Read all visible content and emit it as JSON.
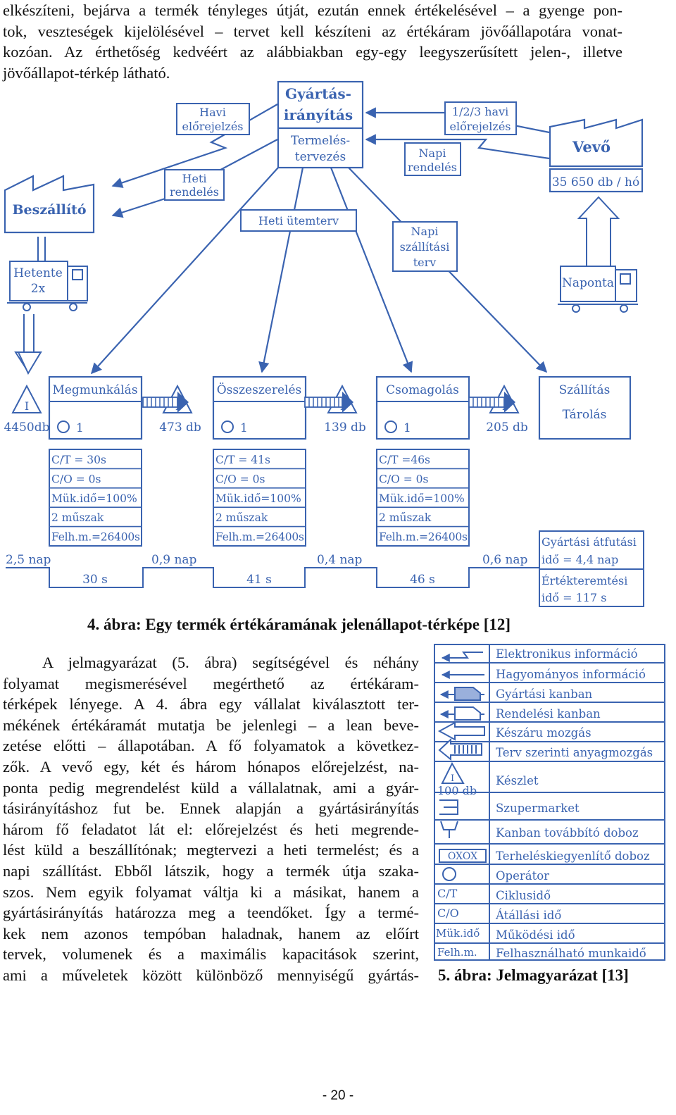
{
  "intro": {
    "lines": [
      "elkészíteni, bejárva a termék tényleges útját, ezután ennek értékelésével – a gyenge pon-",
      "tok, veszteségek kijelölésével – tervet kell készíteni az értékáram jövőállapotára vonat-",
      "kozóan. Az érthetőség kedvéért az alábbiakban egy-egy leegyszerűsített jelen-, illetve",
      "jövőállapot-térkép látható."
    ]
  },
  "vsm": {
    "control": {
      "line1": "Gyártás-",
      "line2": "irányítás",
      "sub1": "Termelés-",
      "sub2": "tervezés"
    },
    "monthly_forecast": {
      "line1": "Havi",
      "line2": "előrejelzés"
    },
    "weekly_order": {
      "line1": "Heti",
      "line2": "rendelés"
    },
    "customer_forecast": {
      "line1": "1/2/3 havi",
      "line2": "előrejelzés"
    },
    "daily_order": {
      "line1": "Napi",
      "line2": "rendelés"
    },
    "weekly_schedule": "Heti ütemterv",
    "daily_ship_plan": {
      "line1": "Napi",
      "line2": "szállítási",
      "line3": "terv"
    },
    "supplier": "Beszállító",
    "customer": "Vevő",
    "demand": "35 650 db / hó",
    "supplier_truck": {
      "line1": "Hetente",
      "line2": "2x"
    },
    "customer_truck": "Naponta",
    "processes": [
      {
        "name": "Megmunkálás",
        "operators": "1",
        "ct": "C/T = 30s",
        "co": "C/O = 0s",
        "uptime": "Mük.idő=100%",
        "shifts": "2 műszak",
        "avail": "Felh.m.=26400s",
        "time": "30 s"
      },
      {
        "name": "Összeszerelés",
        "operators": "1",
        "ct": "C/T = 41s",
        "co": "C/O = 0s",
        "uptime": "Mük.idő=100%",
        "shifts": "2 műszak",
        "avail": "Felh.m.=26400s",
        "time": "41 s"
      },
      {
        "name": "Csomagolás",
        "operators": "1",
        "ct": "C/T =46s",
        "co": "C/O = 0s",
        "uptime": "Mük.idő=100%",
        "shifts": "2 műszak",
        "avail": "Felh.m.=26400s",
        "time": "46 s"
      }
    ],
    "shipping": {
      "line1": "Szállítás",
      "line2": "Tárolás"
    },
    "inventories": [
      "4450db",
      "473 db",
      "139 db",
      "205 db"
    ],
    "inventory_symbol": "I",
    "timeline_days": [
      "2,5 nap",
      "0,9 nap",
      "0,4 nap",
      "0,6 nap"
    ],
    "lead_time": {
      "l1": "Gyártási átfutási",
      "l2": "idő = 4,4 nap",
      "l3": "Értékteremtési",
      "l4": "idő = 117 s"
    }
  },
  "caption4": "4. ábra: Egy termék értékáramának jelenállapot-térképe [12]",
  "body": {
    "lines": [
      "A jelmagyarázat (5. ábra) segítségével és néhány",
      "folyamat megismerésével megérthető az értékáram-",
      "térképek lényege. A 4. ábra egy vállalat kiválasztott ter-",
      "mékének értékáramát mutatja be jelenlegi – a lean beve-",
      "zetése előtti – állapotában. A fő folyamatok a következ-",
      "zők. A vevő egy, két és három hónapos előrejelzést, na-",
      "ponta pedig megrendelést küld a vállalatnak, ami a gyár-",
      "tásirányításhoz fut be. Ennek alapján a gyártásirányítás",
      "három fő feladatot lát el: előrejelzést és heti megrende-",
      "lést küld a beszállítónak; megtervezi a heti termelést; és a",
      "napi szállítást. Ebből látszik, hogy a termék útja szaka-",
      "szos. Nem egyik folyamat váltja ki a másikat, hanem a",
      "gyártásirányítás határozza meg a teendőket. Így a termé-",
      "kek nem azonos tempóban haladnak, hanem az előírt",
      "tervek, volumenek és a maximális kapacitások szerint,",
      "ami a műveletek között különböző mennyiségű gyártás-"
    ]
  },
  "legend": {
    "items": [
      "Elektronikus információ",
      "Hagyományos információ",
      "Gyártási kanban",
      "Rendelési kanban",
      "Készáru mozgás",
      "Terv szerinti anyagmozgás",
      "Készlet",
      "Szupermarket",
      "Kanban továbbító doboz",
      "Terheléskiegyenlítő doboz",
      "Operátor",
      "Ciklusidő",
      "Átállási idő",
      "Működési idő",
      "Felhasználható munkaidő"
    ],
    "stock_qty": "100 db",
    "leveling_symbol": "OXOX",
    "abbr_ct": "C/T",
    "abbr_co": "C/O",
    "abbr_uptime": "Mük.idő",
    "abbr_avail": "Felh.m."
  },
  "caption5": "5. ábra: Jelmagyarázat [13]",
  "page_number": "- 20 -",
  "colors": {
    "diagram": "#3a63b0",
    "text": "#111111"
  }
}
